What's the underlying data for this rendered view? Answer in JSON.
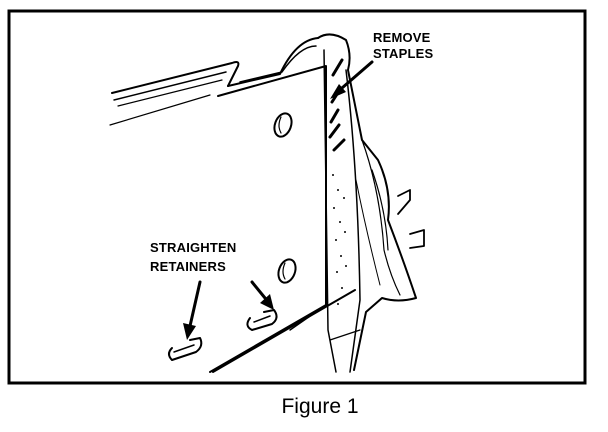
{
  "callouts": {
    "remove_staples": [
      "REMOVE",
      "STAPLES"
    ],
    "straighten_retainers": [
      "STRAIGHTEN",
      "RETAINERS"
    ]
  },
  "caption": "Figure 1"
}
